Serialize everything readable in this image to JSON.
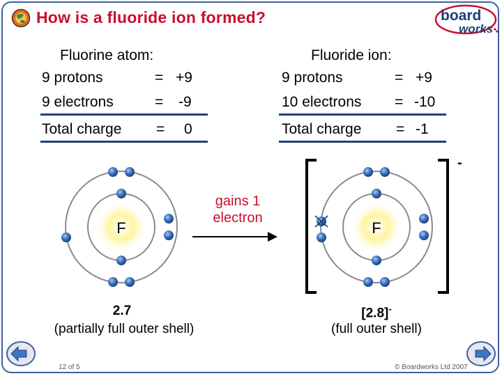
{
  "header": {
    "title": "How is a fluoride ion formed?",
    "logo_top": "board",
    "logo_bottom": "works"
  },
  "left": {
    "heading": "Fluorine atom:",
    "rows": [
      {
        "label": "9 protons",
        "eq": "=",
        "value": "+9"
      },
      {
        "label": "9 electrons",
        "eq": "=",
        "value": "-9"
      }
    ],
    "total": {
      "label": "Total charge",
      "eq": "=",
      "value": "0"
    }
  },
  "right": {
    "heading": "Fluoride ion:",
    "rows": [
      {
        "label": "9 protons",
        "eq": "=",
        "value": "+9"
      },
      {
        "label": "10 electrons",
        "eq": "=",
        "value": "-10"
      }
    ],
    "total": {
      "label": "Total charge",
      "eq": "=",
      "value": "-1"
    }
  },
  "diagram": {
    "atom_symbol": "F",
    "ion_symbol": "F",
    "arrow_label_line1": "gains 1",
    "arrow_label_line2": "electron",
    "ion_charge": "-",
    "colors": {
      "title": "#c8102e",
      "electron": "#3f76c4",
      "nucleus": "#fff4a0",
      "shell": "#9a9a9a",
      "accent": "#3d5fa3"
    }
  },
  "captions": {
    "atom_config": "2.7",
    "atom_note": "(partially full outer shell)",
    "ion_config": "[2.8]",
    "ion_config_sup": "-",
    "ion_note": "(full outer shell)"
  },
  "footer": {
    "page": "12 of 5",
    "copyright": "© Boardworks Ltd 2007"
  },
  "icons": [
    "globe-icon",
    "back-arrow-icon",
    "forward-arrow-icon"
  ]
}
